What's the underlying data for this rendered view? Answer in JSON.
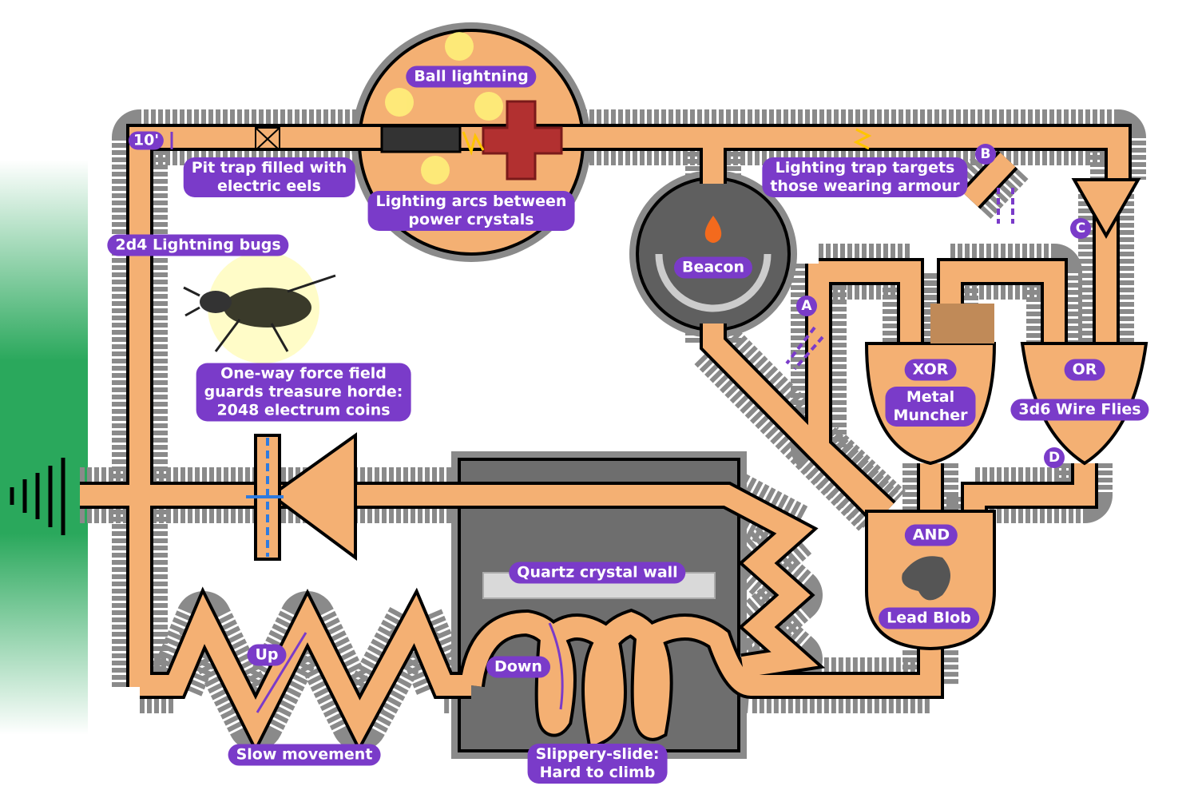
{
  "colors": {
    "corridor": "#f4b073",
    "rock": "#8a8a8a",
    "label": "#7a3bc9",
    "entrance": "#2aa85c",
    "beacon_room": "#666666",
    "quartz_room": "#6e6e6e",
    "lightning": "#ffc400"
  },
  "labels": {
    "ten_ft": "10'",
    "pit_trap": "Pit trap filled with\nelectric eels",
    "ball_lightning": "Ball lightning",
    "arcs": "Lighting arcs between\npower crystals",
    "lightning_bugs": "2d4 Lightning bugs",
    "beacon": "Beacon",
    "lighting_trap": "Lighting trap targets\nthose wearing armour",
    "force_field": "One-way force field\nguards treasure horde:\n2048 electrum coins",
    "xor": "XOR",
    "metal_muncher": "Metal\nMuncher",
    "or": "OR",
    "wire_flies": "3d6  Wire Flies",
    "and": "AND",
    "lead_blob": "Lead Blob",
    "quartz_wall": "Quartz crystal wall",
    "up": "Up",
    "down": "Down",
    "slow_movement": "Slow movement",
    "slippery_slide": "Slippery-slide:\nHard to climb"
  },
  "markers": {
    "a": "A",
    "b": "B",
    "c": "C",
    "d": "D"
  }
}
